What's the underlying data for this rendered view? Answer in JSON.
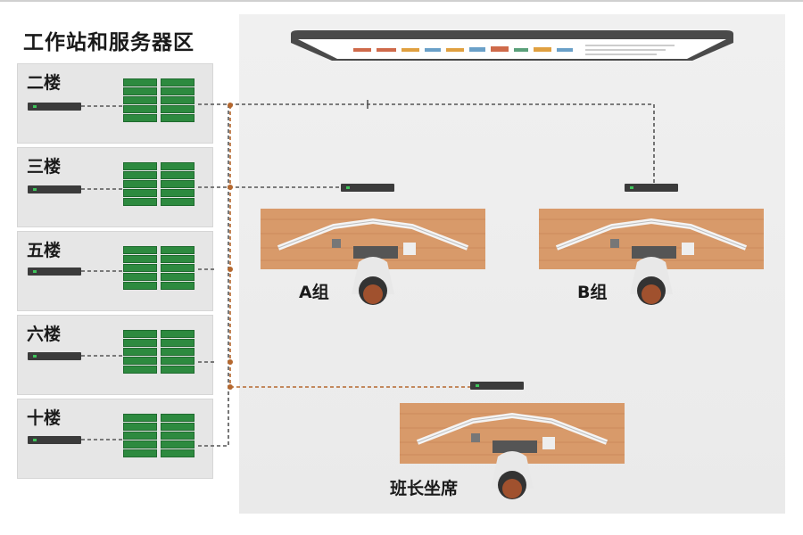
{
  "title": "工作站和服务器区",
  "floors": [
    {
      "label": "二楼"
    },
    {
      "label": "三楼"
    },
    {
      "label": "五楼"
    },
    {
      "label": "六楼"
    },
    {
      "label": "十楼"
    }
  ],
  "desks": [
    {
      "label": "A组"
    },
    {
      "label": "B组"
    },
    {
      "label": "班长坐席"
    }
  ],
  "colors": {
    "server_green": "#2d8a3f",
    "dashed_gray": "#555555",
    "dashed_orange": "#b5682f",
    "desk_wood": "#d89a6a"
  }
}
